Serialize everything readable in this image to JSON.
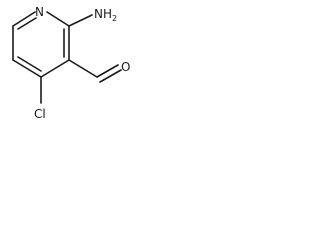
{
  "molecule": {
    "atoms": {
      "ring_nitrogen": "N",
      "amino": "NH",
      "amino_subscript": "2",
      "aldehyde_oxygen": "O",
      "chlorine": "Cl"
    }
  }
}
